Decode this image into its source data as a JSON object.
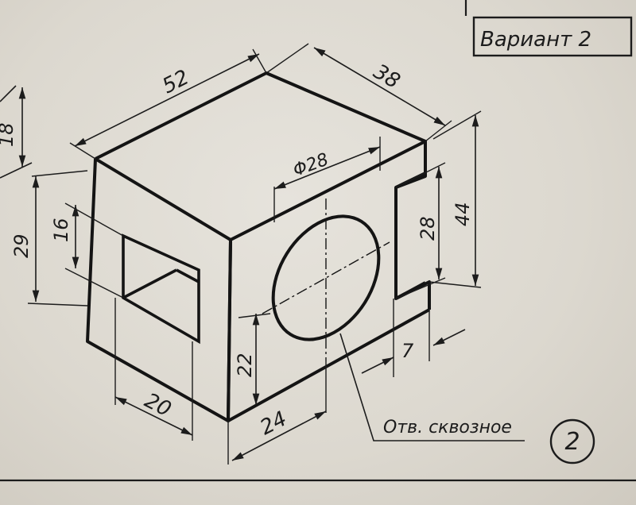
{
  "title_block": {
    "variant_label": "Вариант 2"
  },
  "dimensions": {
    "length": "52",
    "depth": "38",
    "hole_diameter": "Φ28",
    "total_height": "44",
    "slot_height": "28",
    "slot_bottom_offset": "7",
    "hole_center_height": "22",
    "hole_center_offset": "24",
    "window_width": "20",
    "window_height": "16",
    "window_top_height": "29",
    "partial_left": "18"
  },
  "note": {
    "text": "Отв. сквозное"
  },
  "sheet_number": {
    "value": "2"
  }
}
